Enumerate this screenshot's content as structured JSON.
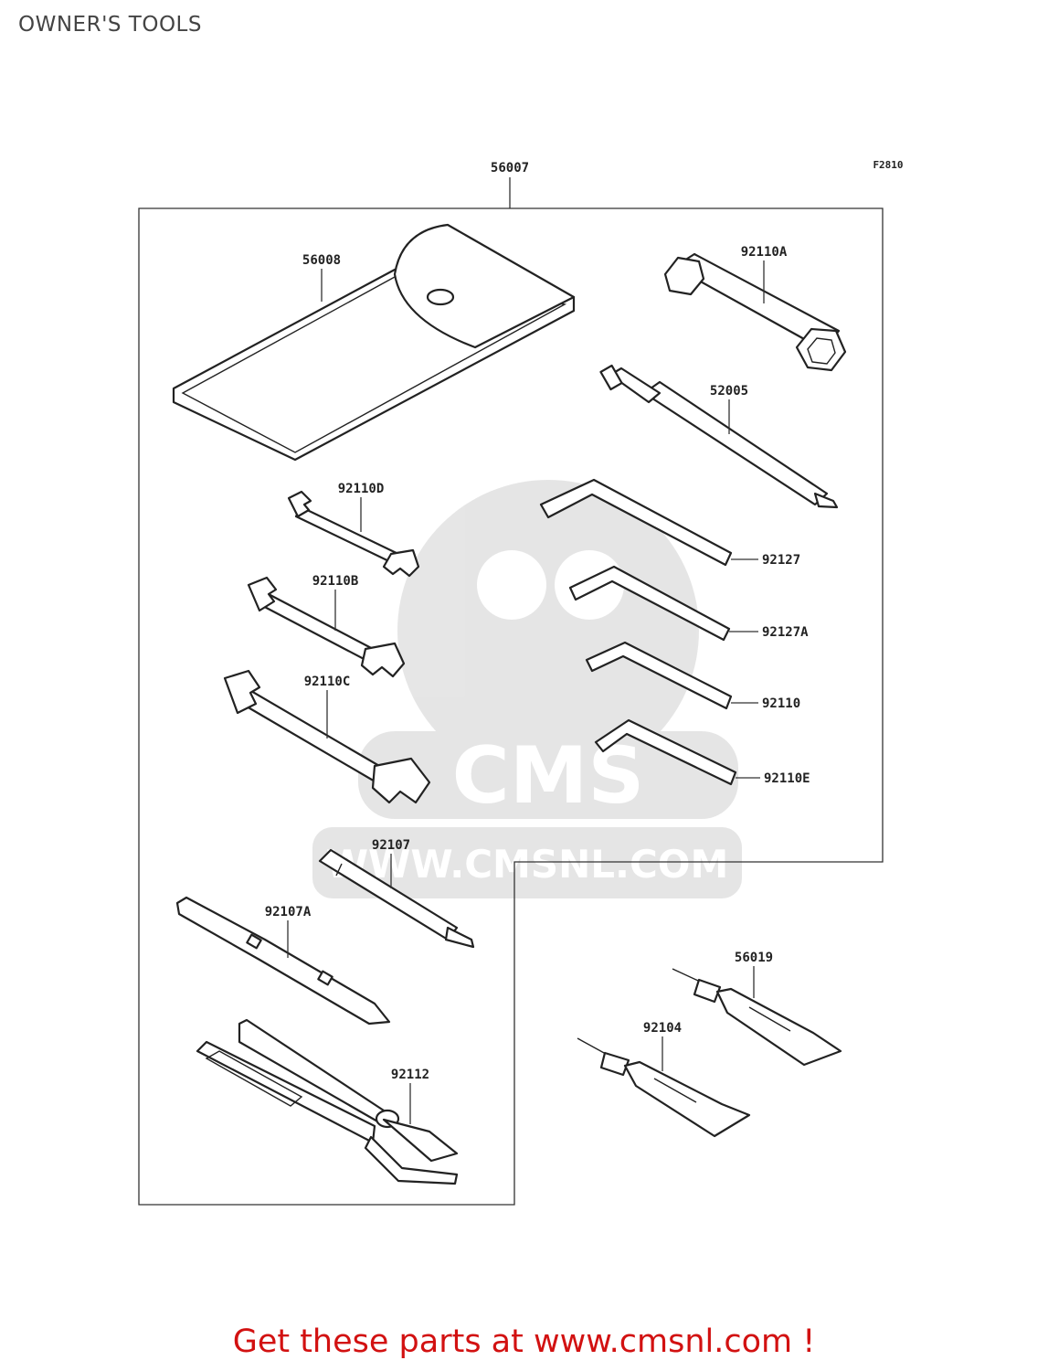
{
  "title": "OWNER'S TOOLS",
  "figure_code": "F2810",
  "footer": "Get these parts at www.cmsnl.com !",
  "watermark": {
    "brand": "CMS",
    "url": "WWW.CMSNL.COM"
  },
  "parts": {
    "kit": "56007",
    "pouch": "56008",
    "plug_wrench": "92110A",
    "driver_tool": "52005",
    "wrench_d": "92110D",
    "wrench_b": "92110B",
    "wrench_c": "92110C",
    "hex_1": "92127",
    "hex_2": "92127A",
    "hex_3": "92110",
    "hex_4": "92110E",
    "screwdriver_bit": "92107",
    "screwdriver_handle": "92107A",
    "pliers": "92112",
    "grease_1": "56019",
    "grease_2": "92104"
  },
  "colors": {
    "footer": "#d21111",
    "line": "#222222",
    "watermark": "#e3e3e3"
  }
}
